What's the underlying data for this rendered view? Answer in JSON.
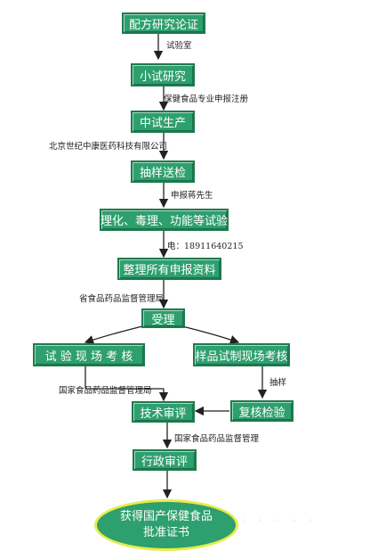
{
  "nodes": {
    "n1": "配方研究论证",
    "n2": "小试研究",
    "n3": "中试生产",
    "n4": "抽样送检",
    "n5": "理化、毒理、功能等试验",
    "n6": "整理所有申报资料",
    "n7": "受理",
    "n8": "试 验 现 场 考 核",
    "n9": "样品试制现场考核",
    "n10": "技术审评",
    "n11": "复核检验",
    "n12": "行政审评",
    "n13_line1": "获得国产保健食品",
    "n13_line2": "批准证书"
  },
  "labels": {
    "l1": "试验室",
    "l2": "保健食品专业申报注册",
    "l3": "北京世纪中康医药科技有限公司",
    "l4": "申报蒋先生",
    "l5": "电：18911640215",
    "l6": "省食品药品监督管理局",
    "l7": "抽样",
    "l8": "国家食品药品监督管理局",
    "l9": "国家食品药品监督管理"
  },
  "colors": {
    "box_fill": "#2e9f6e",
    "box_border": "#1e7a4f",
    "ellipse_border": "#e8ec4a",
    "arrow": "#222222"
  }
}
